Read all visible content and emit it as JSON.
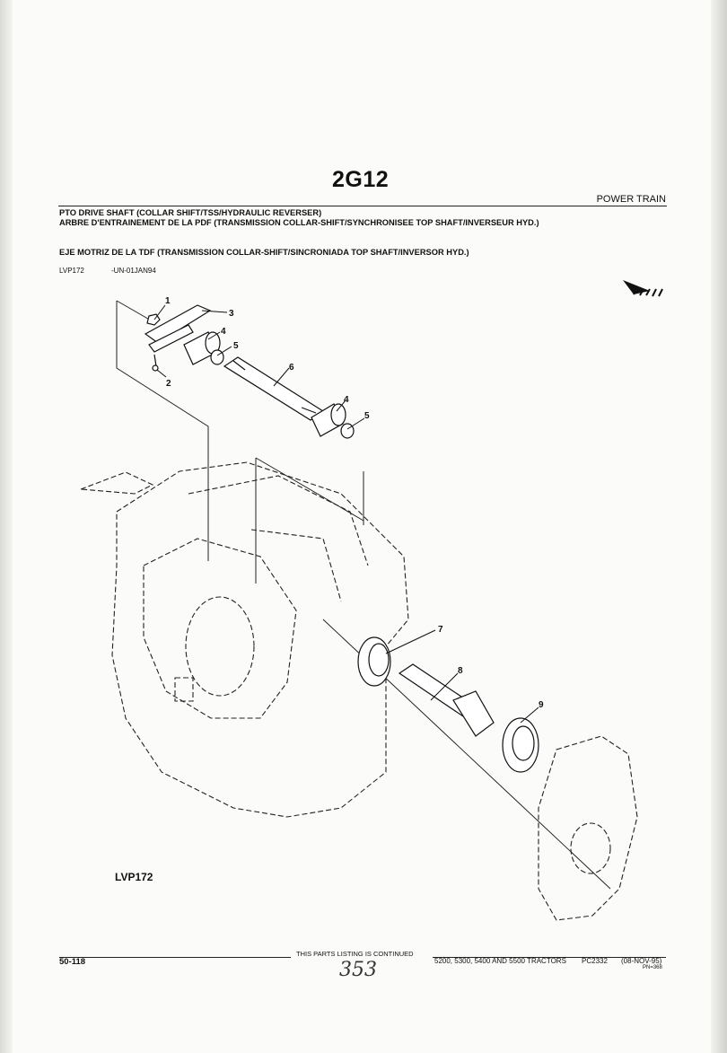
{
  "header": {
    "section_code": "2G12",
    "category": "POWER TRAIN",
    "title_en": "PTO DRIVE SHAFT (COLLAR SHIFT/TSS/HYDRAULIC REVERSER)",
    "title_fr": "ARBRE D'ENTRAINEMENT DE LA PDF (TRANSMISSION COLLAR-SHIFT/SYNCHRONISEE TOP SHAFT/INVERSEUR HYD.)",
    "title_es": "EJE MOTRIZ DE LA TDF (TRANSMISSION COLLAR-SHIFT/SINCRONIADA TOP SHAFT/INVERSOR HYD.)",
    "illustration_code": "LVP172",
    "illustration_date": "-UN-01JAN94"
  },
  "diagram": {
    "figure_label": "LVP172",
    "callouts": [
      "1",
      "2",
      "3",
      "4",
      "5",
      "6",
      "4",
      "5",
      "7",
      "8",
      "9"
    ]
  },
  "footer": {
    "page_number": "50-118",
    "continued_text": "THIS PARTS LISTING IS CONTINUED",
    "tractors": "5200, 5300, 5400 AND 5500 TRACTORS",
    "catalog": "PC2332",
    "date": "(08-NOV-95)",
    "pn": "PN=368",
    "handwritten_page": "353"
  }
}
